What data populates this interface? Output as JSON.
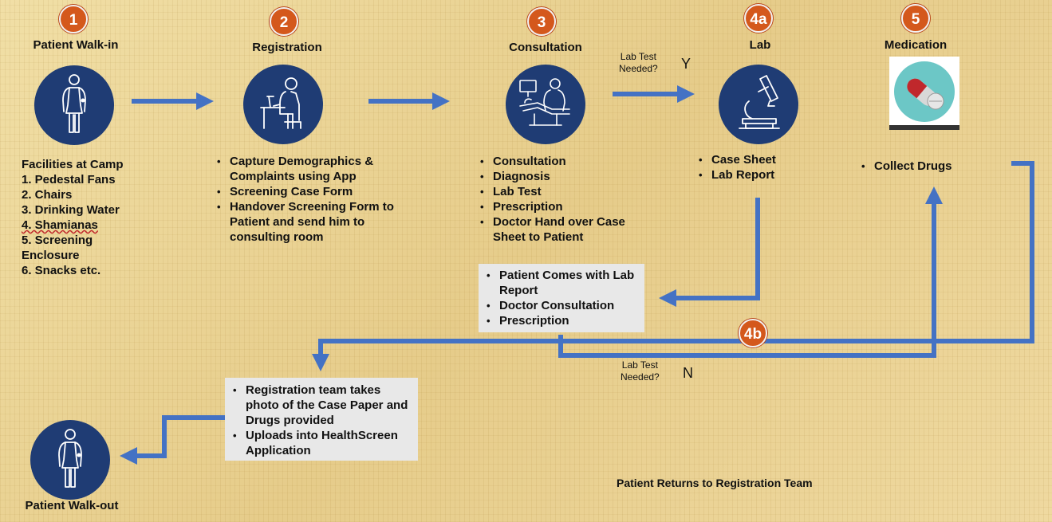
{
  "steps": {
    "walk_in": {
      "badge": "1",
      "title": "Patient Walk-in"
    },
    "registration": {
      "badge": "2",
      "title": "Registration"
    },
    "consultation": {
      "badge": "3",
      "title": "Consultation"
    },
    "lab": {
      "badge": "4a",
      "title": "Lab"
    },
    "medication": {
      "badge": "5",
      "title": "Medication"
    },
    "walk_out": {
      "title": "Patient Walk-out"
    }
  },
  "facilities": {
    "heading": "Facilities at Camp",
    "items": [
      "1. Pedestal Fans",
      "2. Chairs",
      "3. Drinking Water",
      "4. Shamianas",
      "5. Screening Enclosure",
      "6. Snacks etc."
    ]
  },
  "registration_bullets": [
    "Capture Demographics  & Complaints using App",
    "Screening Case Form",
    "Handover Screening Form to Patient and send him to consulting room"
  ],
  "consultation_bullets": [
    "Consultation",
    "Diagnosis",
    "Lab Test",
    "Prescription",
    "Doctor Hand over Case Sheet to Patient"
  ],
  "lab_bullets": [
    "Case Sheet",
    "Lab Report"
  ],
  "medication_bullets": [
    "Collect Drugs"
  ],
  "decision_yes": {
    "label": "Lab Test Needed?",
    "answer": "Y"
  },
  "decision_no": {
    "label": "Lab Test Needed?",
    "answer": "N"
  },
  "badge_4b": "4b",
  "lab_return_box": [
    "Patient Comes with Lab Report",
    "Doctor Consultation",
    "Prescription"
  ],
  "registration_team_box": [
    "Registration team takes photo of the Case Paper and Drugs provided",
    "Uploads into HealthScreen Application"
  ],
  "return_caption": "Patient Returns to Registration Team",
  "colors": {
    "arrow": "#4472c4",
    "circle": "#1f3c74",
    "badge": "#d4581c",
    "box": "#e8e8e8"
  },
  "icons": {
    "walk_in": "person-icon",
    "registration": "desk-worker-icon",
    "consultation": "doctor-patient-icon",
    "lab": "microscope-icon",
    "medication": "pills-icon",
    "walk_out": "person-icon"
  }
}
